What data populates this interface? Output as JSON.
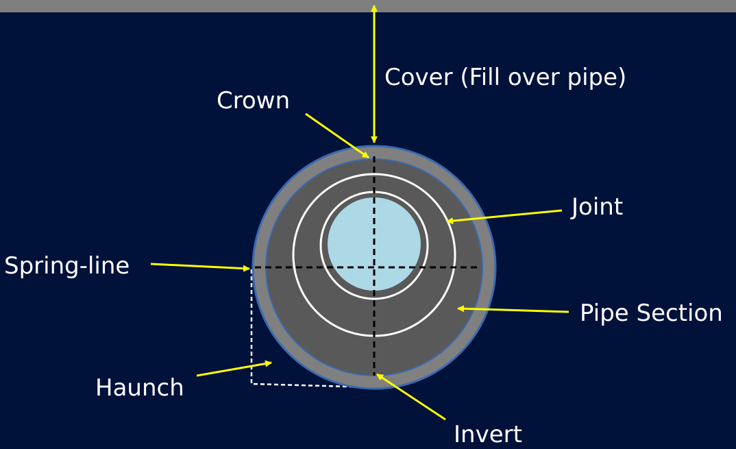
{
  "labels": {
    "cover": "Cover (Fill over pipe)",
    "crown": "Crown",
    "joint": "Joint",
    "spring_line": "Spring-line",
    "pipe_section": "Pipe Section",
    "haunch": "Haunch",
    "invert": "Invert"
  },
  "colors": {
    "background": "#00113a",
    "ground_surface": "#7f7f7f",
    "pipe_outer": "#808080",
    "pipe_body": "#595959",
    "pipe_bore": "#add8e6",
    "pipe_edge": "#3a6ab0",
    "joint_rings": "#ffffff",
    "arrows": "#ffff00",
    "label_text": "#ffffff"
  }
}
